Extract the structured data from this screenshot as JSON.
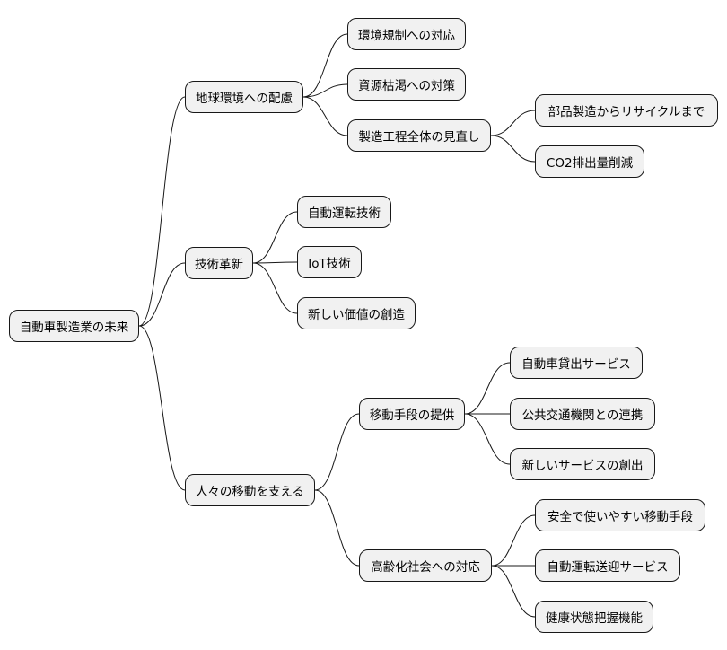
{
  "mindmap": {
    "root": {
      "id": "root",
      "label": "自動車製造業の未来",
      "children": [
        {
          "id": "env",
          "label": "地球環境への配慮",
          "children": [
            {
              "id": "env-reg",
              "label": "環境規制への対応"
            },
            {
              "id": "env-res",
              "label": "資源枯渇への対策"
            },
            {
              "id": "env-proc",
              "label": "製造工程全体の見直し",
              "children": [
                {
                  "id": "env-recycle",
                  "label": "部品製造からリサイクルまで"
                },
                {
                  "id": "env-co2",
                  "label": "CO2排出量削減"
                }
              ]
            }
          ]
        },
        {
          "id": "tech",
          "label": "技術革新",
          "children": [
            {
              "id": "tech-auto",
              "label": "自動運転技術"
            },
            {
              "id": "tech-iot",
              "label": "IoT技術"
            },
            {
              "id": "tech-value",
              "label": "新しい価値の創造"
            }
          ]
        },
        {
          "id": "mob",
          "label": "人々の移動を支える",
          "children": [
            {
              "id": "mob-provide",
              "label": "移動手段の提供",
              "children": [
                {
                  "id": "mob-rental",
                  "label": "自動車貸出サービス"
                },
                {
                  "id": "mob-transit",
                  "label": "公共交通機関との連携"
                },
                {
                  "id": "mob-newsvc",
                  "label": "新しいサービスの創出"
                }
              ]
            },
            {
              "id": "mob-aging",
              "label": "高齢化社会への対応",
              "children": [
                {
                  "id": "mob-safe",
                  "label": "安全で使いやすい移動手段"
                },
                {
                  "id": "mob-pickup",
                  "label": "自動運転送迎サービス"
                },
                {
                  "id": "mob-health",
                  "label": "健康状態把握機能"
                }
              ]
            }
          ]
        }
      ]
    }
  }
}
